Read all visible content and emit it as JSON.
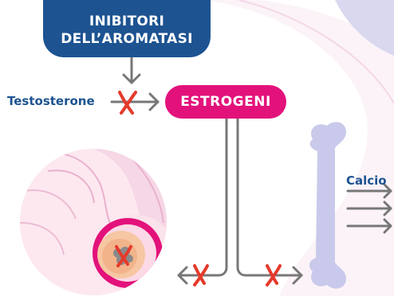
{
  "inhibitors": {
    "line1": "INIBITORI",
    "line2": "DELL’AROMATASI"
  },
  "estrogen_label": "ESTROGENI",
  "testosterone_label": "Testosterone",
  "calcium_label": "Calcio",
  "colors": {
    "navy": "#1d5391",
    "magenta": "#e3127b",
    "arrow_gray": "#777777",
    "cross_red": "#e53a2b",
    "bone": "#c9c9eb"
  },
  "icons": [
    "down-arrow-icon",
    "right-arrow-icon",
    "left-arrow-icon",
    "cross-icon",
    "bone-icon",
    "breast-illustration-icon"
  ]
}
